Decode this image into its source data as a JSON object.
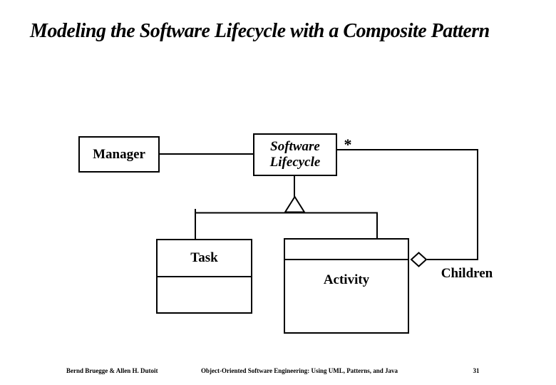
{
  "slide": {
    "title": "Modeling the Software Lifecycle with a Composite Pattern"
  },
  "diagram": {
    "manager": {
      "name": "Manager"
    },
    "software_lifecycle": {
      "name": "Software Lifecycle"
    },
    "task": {
      "name": "Task"
    },
    "activity": {
      "name": "Activity"
    },
    "multiplicity": "*",
    "association_label": "Children"
  },
  "colors": {
    "background": "#ffffff",
    "line": "#000000",
    "text": "#000000"
  },
  "footer": {
    "authors": "Bernd Bruegge & Allen H. Dutoit",
    "book_title": "Object-Oriented Software Engineering: Using UML, Patterns, and Java",
    "page_number": "31"
  }
}
